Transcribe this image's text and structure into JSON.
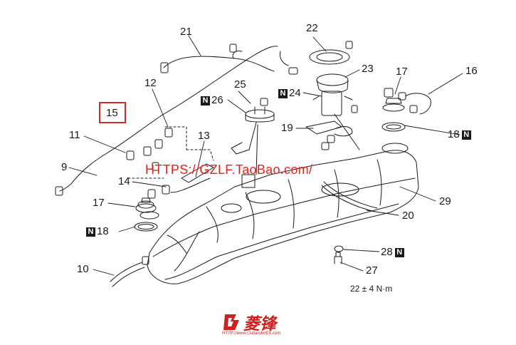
{
  "callouts": {
    "c21": "21",
    "c22": "22",
    "c23": "23",
    "c12": "12",
    "c25": "25",
    "c26": "26",
    "c24": "24",
    "c17_right": "17",
    "c16": "16",
    "c15": "15",
    "c11": "11",
    "c13": "13",
    "c19": "19",
    "c18_right": "18",
    "c9": "9",
    "c14": "14",
    "c17_left": "17",
    "c18_left": "18",
    "c29": "29",
    "c20": "20",
    "c10": "10",
    "c28": "28",
    "c27": "27"
  },
  "badges": {
    "n26": "N",
    "n24": "N",
    "n18_right": "N",
    "n18_left": "N",
    "n28": "N"
  },
  "torque_spec": "22 ± 4 N·m",
  "watermark": "HTTPS://GZLF.TaoBao.com/",
  "logo": {
    "name": "菱锋",
    "url": "HTTP://www.OutlanderEX.com"
  },
  "colors": {
    "line": "#1a1a1a",
    "highlight": "#d12a2a",
    "watermark": "#e8231e",
    "logo": "#d1201c"
  }
}
